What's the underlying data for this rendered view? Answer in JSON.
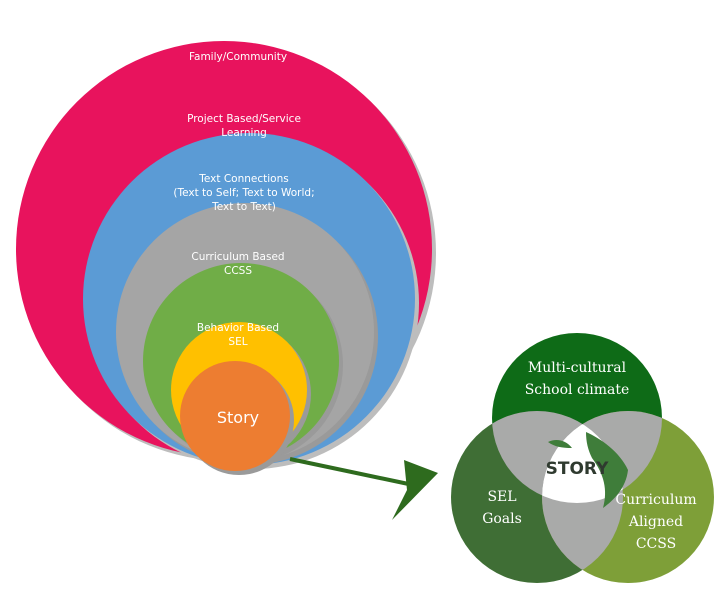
{
  "concentric": {
    "rings": [
      {
        "key": "family",
        "lines": [
          "Family/Community"
        ],
        "color": "#e8135d"
      },
      {
        "key": "project",
        "lines": [
          "Project Based/Service",
          "Learning"
        ],
        "color": "#5b9bd5"
      },
      {
        "key": "text",
        "lines": [
          "Text  Connections",
          "(Text to Self; Text to World;",
          "Text to Text)"
        ],
        "color": "#a5a5a5"
      },
      {
        "key": "curriculum",
        "lines": [
          "Curriculum Based",
          "CCSS"
        ],
        "color": "#70ad47"
      },
      {
        "key": "behavior",
        "lines": [
          "Behavior Based",
          "SEL"
        ],
        "color": "#ffc000"
      },
      {
        "key": "story",
        "lines": [
          "Story"
        ],
        "color": "#ed7d31"
      }
    ]
  },
  "arrow": {
    "color": "#2e6b1e"
  },
  "venn": {
    "circles": [
      {
        "key": "top",
        "lines": [
          "Multi-cultural",
          "School climate"
        ],
        "color": "#0e6b17"
      },
      {
        "key": "left",
        "lines": [
          "SEL",
          "Goals"
        ],
        "color": "#3f6e35"
      },
      {
        "key": "right",
        "lines": [
          "Curriculum",
          "Aligned",
          "CCSS"
        ],
        "color": "#7e9f38"
      }
    ],
    "overlap_color": "#a9aaa9",
    "center_label": "STORY",
    "leaf_color": "#3f7d3a"
  }
}
